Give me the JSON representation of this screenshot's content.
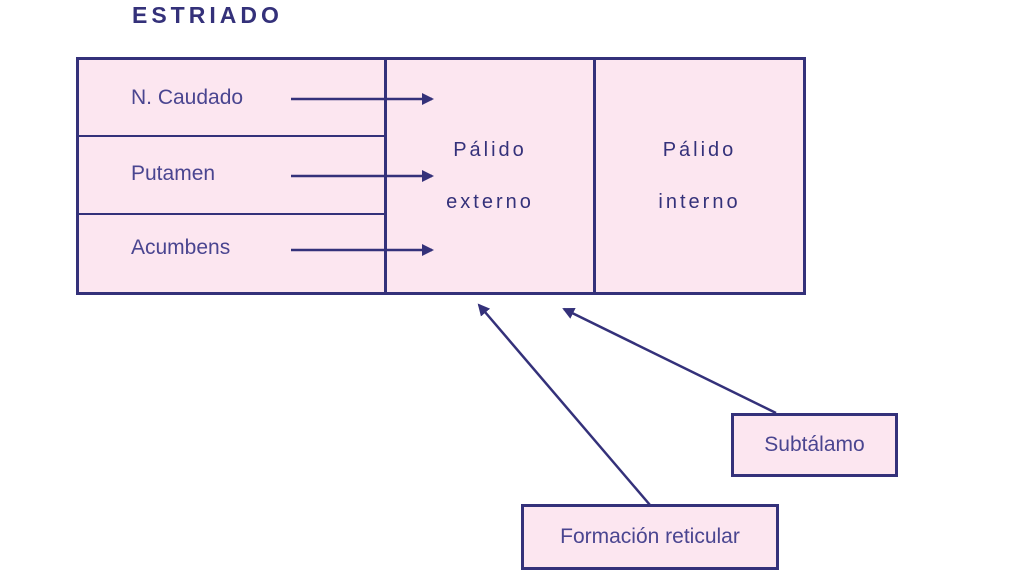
{
  "title": "ESTRIADO",
  "striatum_nuclei": [
    "N. Caudado",
    "Putamen",
    "Acumbens"
  ],
  "globus_pallidus_external": {
    "line1": "Pálido",
    "line2": "externo"
  },
  "globus_pallidus_internal": {
    "line1": "Pálido",
    "line2": "interno"
  },
  "inputs": {
    "subthalamus": "Subtálamo",
    "reticular_formation": "Formación reticular"
  },
  "colors": {
    "stroke": "#34317a",
    "fill": "#fce6f0",
    "text": "#4a4590"
  }
}
